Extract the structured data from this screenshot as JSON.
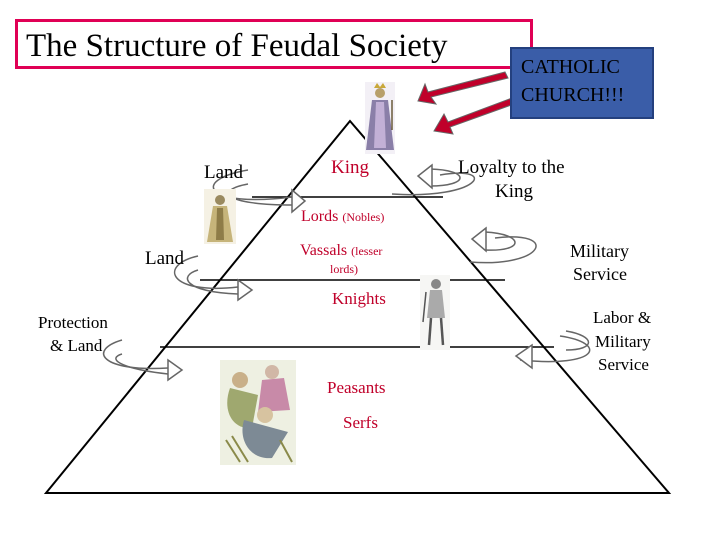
{
  "title": "The Structure of Feudal Society",
  "church": [
    "CATHOLIC",
    "CHURCH!!!"
  ],
  "levels": {
    "king": "King",
    "lords": "Lords",
    "lords_note": "(Nobles)",
    "vassals": "Vassals",
    "vassals_note_1": "(lesser",
    "vassals_note_2": "lords)",
    "knights": "Knights",
    "peasants": "Peasants",
    "serfs": "Serfs"
  },
  "left_labels": {
    "land_1": "Land",
    "land_2": "Land",
    "protection_1": "Protection",
    "protection_2": "& Land"
  },
  "right_labels": {
    "loyalty_1": "Loyalty to the",
    "loyalty_2": "King",
    "military_1": "Military",
    "military_2": "Service",
    "labor_1": "Labor &",
    "labor_2": "Military",
    "labor_3": "Service"
  },
  "colors": {
    "title_border": "#e00055",
    "church_fill": "#3a5da8",
    "level_text": "#c0002a",
    "arrow_fill": "#c0002a"
  },
  "icons": [
    "king-figure",
    "lord-figure",
    "knight-figure",
    "peasants-figure"
  ]
}
